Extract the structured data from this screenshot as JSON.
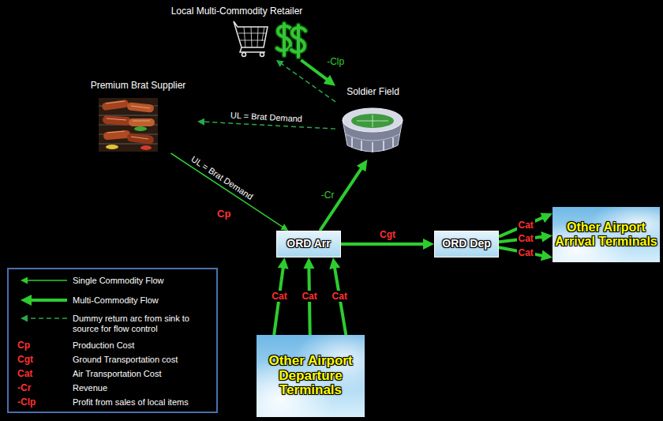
{
  "diagram": {
    "nodes": [
      {
        "text": [
          "Local Multi-Commodity Retailer"
        ]
      },
      {
        "text": [
          "Premium Brat Supplier"
        ]
      },
      {
        "text": [
          "Soldier Field"
        ]
      },
      {
        "text": [
          "ORD Arr"
        ]
      },
      {
        "text": [
          "ORD Dep"
        ]
      },
      {
        "text": [
          "Other Airport Arrival Terminals"
        ]
      },
      {
        "text": [
          "Other Airport Departure Terminals"
        ]
      }
    ],
    "edges": [
      {
        "from": 2,
        "to": 0,
        "arrow": "to"
      },
      {
        "from": 0,
        "to": 2,
        "label": "-Clp",
        "arrow": "to"
      },
      {
        "from": 2,
        "to": 1,
        "label": "UL = Brat Demand",
        "arrow": "to"
      },
      {
        "from": 1,
        "to": 3,
        "label": "UL = Brat Demand",
        "arrow": "to"
      },
      {
        "from": 3,
        "to": 2,
        "label": "-Cr",
        "arrow": "to"
      },
      {
        "from": 3,
        "to": 4,
        "label": "Cgt",
        "arrow": "to"
      },
      {
        "from": 4,
        "to": 5,
        "label": "Cat",
        "arrow": "to"
      },
      {
        "from": 4,
        "to": 5,
        "label": "Cat",
        "arrow": "to"
      },
      {
        "from": 4,
        "to": 5,
        "label": "Cat",
        "arrow": "to"
      },
      {
        "from": 6,
        "to": 3,
        "label": "Cat",
        "arrow": "to"
      },
      {
        "from": 6,
        "to": 3,
        "label": "Cat",
        "arrow": "to"
      },
      {
        "from": 6,
        "to": 3,
        "label": "Cat",
        "arrow": "to"
      }
    ],
    "labels": [
      "Cp",
      "Cp",
      "Cgt",
      "Cat",
      "-Cr",
      "-Clp"
    ],
    "legend": [
      {
        "text": "Single Commodity Flow"
      },
      {
        "text": "Multi-Commodity Flow"
      },
      {
        "text": "Dummy return arc from sink to source for flow control"
      },
      {
        "text": "Production Cost"
      },
      {
        "text": "Ground Transportation cost"
      },
      {
        "text": "Air Transportation Cost"
      },
      {
        "text": "Revenue"
      },
      {
        "text": "Profit from sales of local items"
      }
    ]
  }
}
